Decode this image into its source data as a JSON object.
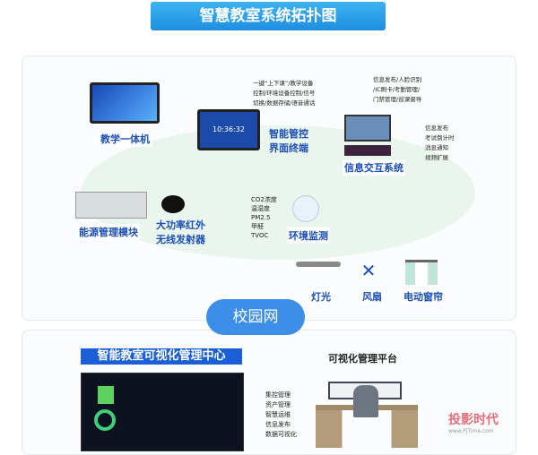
{
  "title": "智慧教室系统拓扑图",
  "nodes": {
    "teaching_pc": "教学一体机",
    "control_terminal": "智能管控\n界面终端",
    "terminal_time": "10:36:32",
    "info_system": "信息交互系统",
    "energy": "能源管理模块",
    "ir": "大功率红外\n无线发射器",
    "env": "环境监测",
    "light": "灯光",
    "fan": "风扇",
    "curtain": "电动窗帘"
  },
  "notes": {
    "control": "一键“上下课”/教学设备\n控制/环境设备控制/信号\n切换/数据存储/语音通话",
    "info_top": "信息发布/人脸识别\n/IC刷卡/考勤管理/\n门禁管理/巡课督导",
    "info_right": "信息发布\n考试倒计时\n消息通知\n视频扩展",
    "sensors": "CO2浓度\n温湿度\nPM2.5\n甲醛\nTVOC"
  },
  "network": "校园网",
  "bottom": {
    "center_title": "智能教室可视化管理中心",
    "platform_title": "可视化管理平台",
    "functions": "集控管理\n资产管理\n智慧运维\n信息发布\n数据可视化"
  },
  "watermark": {
    "name": "投影时代",
    "url": "www.PjTime.com"
  }
}
